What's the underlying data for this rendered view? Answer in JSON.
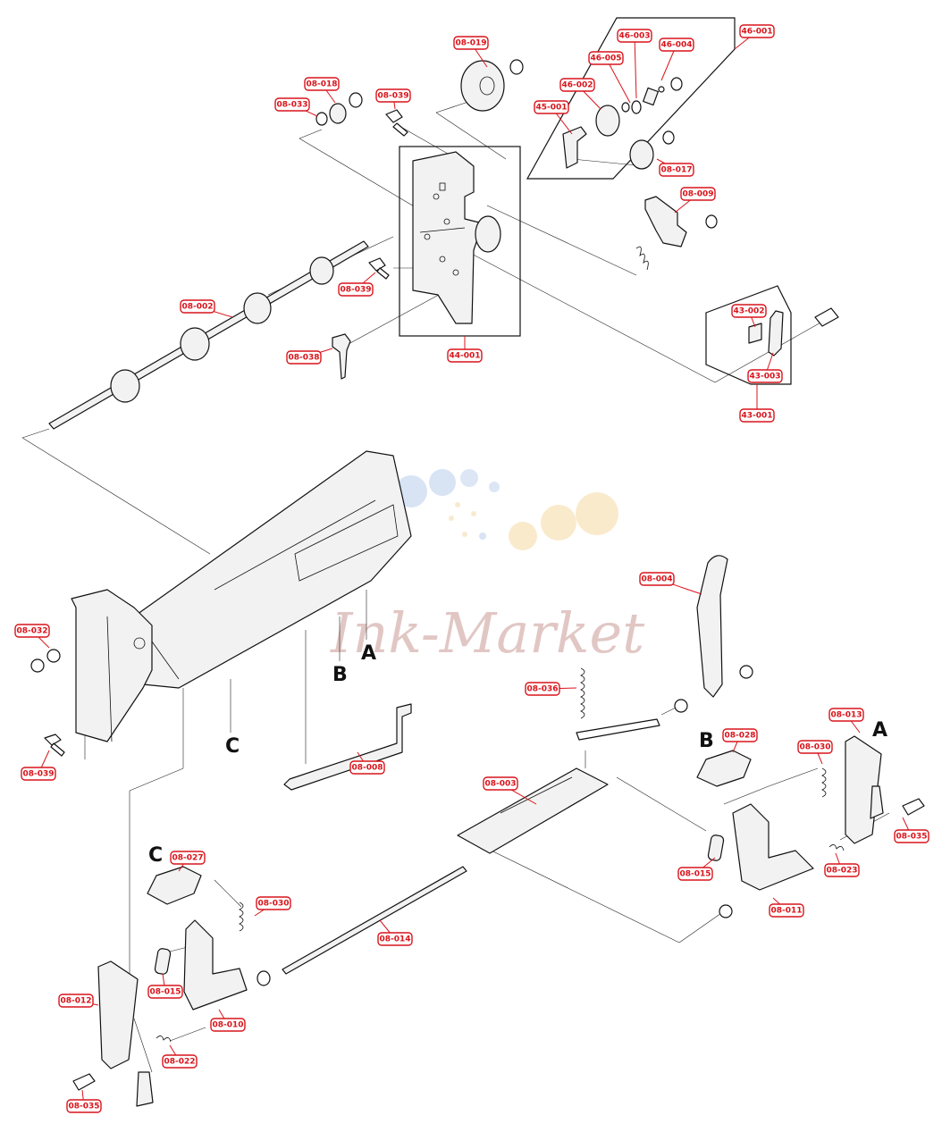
{
  "watermark": {
    "text": "Ink-Market"
  },
  "reference_letters": [
    "A",
    "B",
    "C",
    "A",
    "B",
    "C"
  ],
  "callouts": [
    "08-019",
    "46-001",
    "46-003",
    "46-004",
    "46-005",
    "46-002",
    "45-001",
    "08-018",
    "08-033",
    "08-039",
    "08-017",
    "08-009",
    "08-002",
    "08-039",
    "08-038",
    "44-001",
    "43-002",
    "43-003",
    "43-001",
    "08-004",
    "08-032",
    "08-036",
    "08-013",
    "08-028",
    "08-030",
    "08-039",
    "08-008",
    "08-003",
    "08-035",
    "08-015",
    "08-023",
    "08-011",
    "08-027",
    "08-030",
    "08-014",
    "08-015",
    "08-012",
    "08-010",
    "08-022",
    "08-035"
  ],
  "colors": {
    "callout": "#d9141b",
    "line": "#111111",
    "watermark": "#c99a95"
  }
}
